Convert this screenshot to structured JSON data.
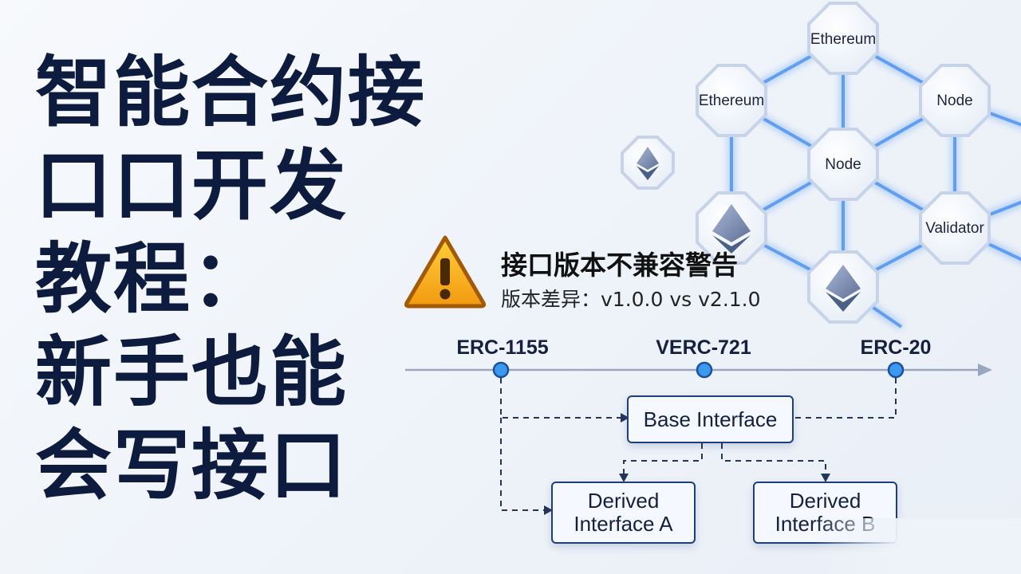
{
  "title": {
    "lines": [
      "智能合约接",
      "口口开发",
      "教程：",
      "新手也能",
      "会写接口"
    ]
  },
  "warning": {
    "icon": "warning-triangle-icon",
    "title": "接口版本不兼容警告",
    "subtitle": "版本差异：v1.0.0 vs v2.1.0"
  },
  "network": {
    "nodes": [
      "Ethereum",
      "Ethereum",
      "Node",
      "Node",
      "Validator"
    ],
    "icons": [
      "ethereum-icon",
      "ethereum-icon",
      "ethereum-icon"
    ]
  },
  "timeline": {
    "versions": [
      "ERC-1155",
      "VERC-721",
      "ERC-20"
    ]
  },
  "hierarchy": {
    "base": "Base Interface",
    "derived_a": "Derived Interface A",
    "derived_b": "Derived Interface B"
  },
  "colors": {
    "title": "#0d1b3e",
    "accent": "#3b82f6",
    "warning": "#f5b21f",
    "box_border": "#1d3f7a"
  }
}
